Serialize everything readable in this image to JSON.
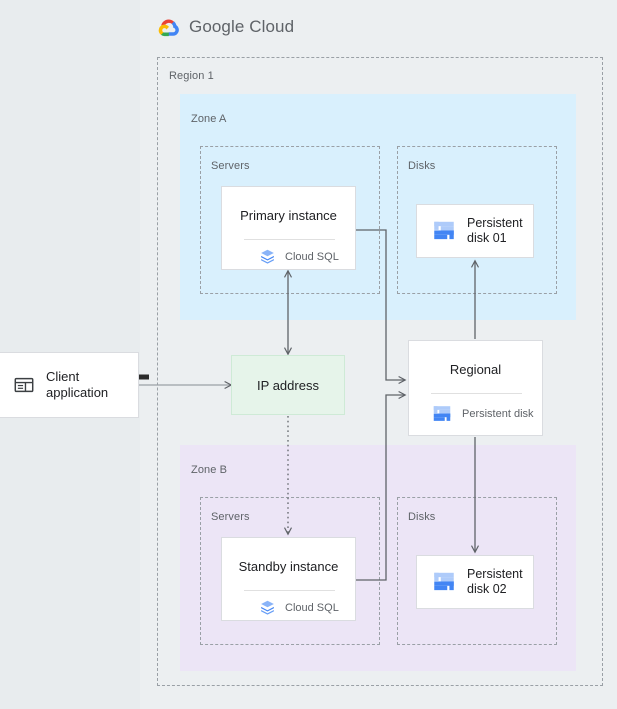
{
  "header": {
    "brand_word1": "Google",
    "brand_word2": "Cloud",
    "logo_icon": "google-cloud-logo-icon"
  },
  "colors": {
    "page_background": "#eceff1",
    "outer_background": "#e8ecee",
    "region_border": "#9aa0a6",
    "zone_a_fill": "#d9f0fd",
    "zone_b_fill": "#ece5f6",
    "card_fill": "#ffffff",
    "card_border": "#dadce0",
    "ip_fill": "#e6f4ea",
    "ip_border": "#ceead6",
    "connector": "#5f6368",
    "label_text": "#5f6368",
    "title_text": "#202124",
    "cloud_sql_icon": "#5f9bef",
    "persistent_disk_icon_light": "#aecbfa",
    "persistent_disk_icon_dark": "#4285f4"
  },
  "containers": {
    "region": {
      "label": "Region 1"
    },
    "zone_a": {
      "label": "Zone A"
    },
    "zone_b": {
      "label": "Zone B"
    },
    "servers_a": {
      "label": "Servers"
    },
    "disks_a": {
      "label": "Disks"
    },
    "servers_b": {
      "label": "Servers"
    },
    "disks_b": {
      "label": "Disks"
    }
  },
  "nodes": {
    "client_application": {
      "label_line1": "Client",
      "label_line2": "application",
      "icon": "client-application-icon"
    },
    "ip_address": {
      "label": "IP address"
    },
    "primary_instance": {
      "title": "Primary instance",
      "subtitle": "Cloud SQL",
      "icon": "cloud-sql-icon"
    },
    "standby_instance": {
      "title": "Standby instance",
      "subtitle": "Cloud SQL",
      "icon": "cloud-sql-icon"
    },
    "persistent_disk_01": {
      "label_line1": "Persistent",
      "label_line2": "disk 01",
      "icon": "persistent-disk-icon"
    },
    "persistent_disk_02": {
      "label_line1": "Persistent",
      "label_line2": "disk 02",
      "icon": "persistent-disk-icon"
    },
    "regional_disk": {
      "title": "Regional",
      "subtitle": "Persistent disk",
      "icon": "persistent-disk-icon"
    }
  },
  "connectors": [
    {
      "name": "client-to-ip-address",
      "from": "client_application",
      "to": "ip_address",
      "style": "solid",
      "arrows": "both"
    },
    {
      "name": "ip-address-to-primary-instance",
      "from": "ip_address",
      "to": "primary_instance",
      "style": "solid",
      "arrows": "both"
    },
    {
      "name": "ip-address-to-standby-instance",
      "from": "ip_address",
      "to": "standby_instance",
      "style": "dotted",
      "arrows": "end"
    },
    {
      "name": "primary-instance-to-regional-disk",
      "from": "primary_instance",
      "to": "regional_disk",
      "style": "solid",
      "arrows": "end"
    },
    {
      "name": "standby-instance-to-regional-disk",
      "from": "standby_instance",
      "to": "regional_disk",
      "style": "solid",
      "arrows": "end"
    },
    {
      "name": "regional-disk-to-persistent-disk-01",
      "from": "regional_disk",
      "to": "persistent_disk_01",
      "style": "solid",
      "arrows": "end"
    },
    {
      "name": "regional-disk-to-persistent-disk-02",
      "from": "regional_disk",
      "to": "persistent_disk_02",
      "style": "solid",
      "arrows": "end"
    }
  ],
  "pointer": {
    "icon": "mouse-cursor-arrow-icon"
  }
}
